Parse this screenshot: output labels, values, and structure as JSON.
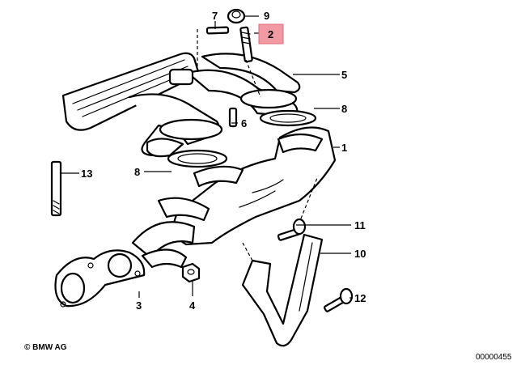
{
  "highlight_color": "#f19aa3",
  "callouts": [
    {
      "id": "p1",
      "label": "1"
    },
    {
      "id": "p2",
      "label": "2",
      "highlighted": true
    },
    {
      "id": "p3",
      "label": "3"
    },
    {
      "id": "p4",
      "label": "4"
    },
    {
      "id": "p5",
      "label": "5"
    },
    {
      "id": "p6",
      "label": "6"
    },
    {
      "id": "p7",
      "label": "7"
    },
    {
      "id": "p8a",
      "label": "8"
    },
    {
      "id": "p8b",
      "label": "8"
    },
    {
      "id": "p9",
      "label": "9"
    },
    {
      "id": "p10",
      "label": "10"
    },
    {
      "id": "p11",
      "label": "11"
    },
    {
      "id": "p12",
      "label": "12"
    },
    {
      "id": "p13",
      "label": "13"
    }
  ],
  "footer": {
    "copyright": "© BMW AG",
    "diagram_id": "00000455"
  }
}
